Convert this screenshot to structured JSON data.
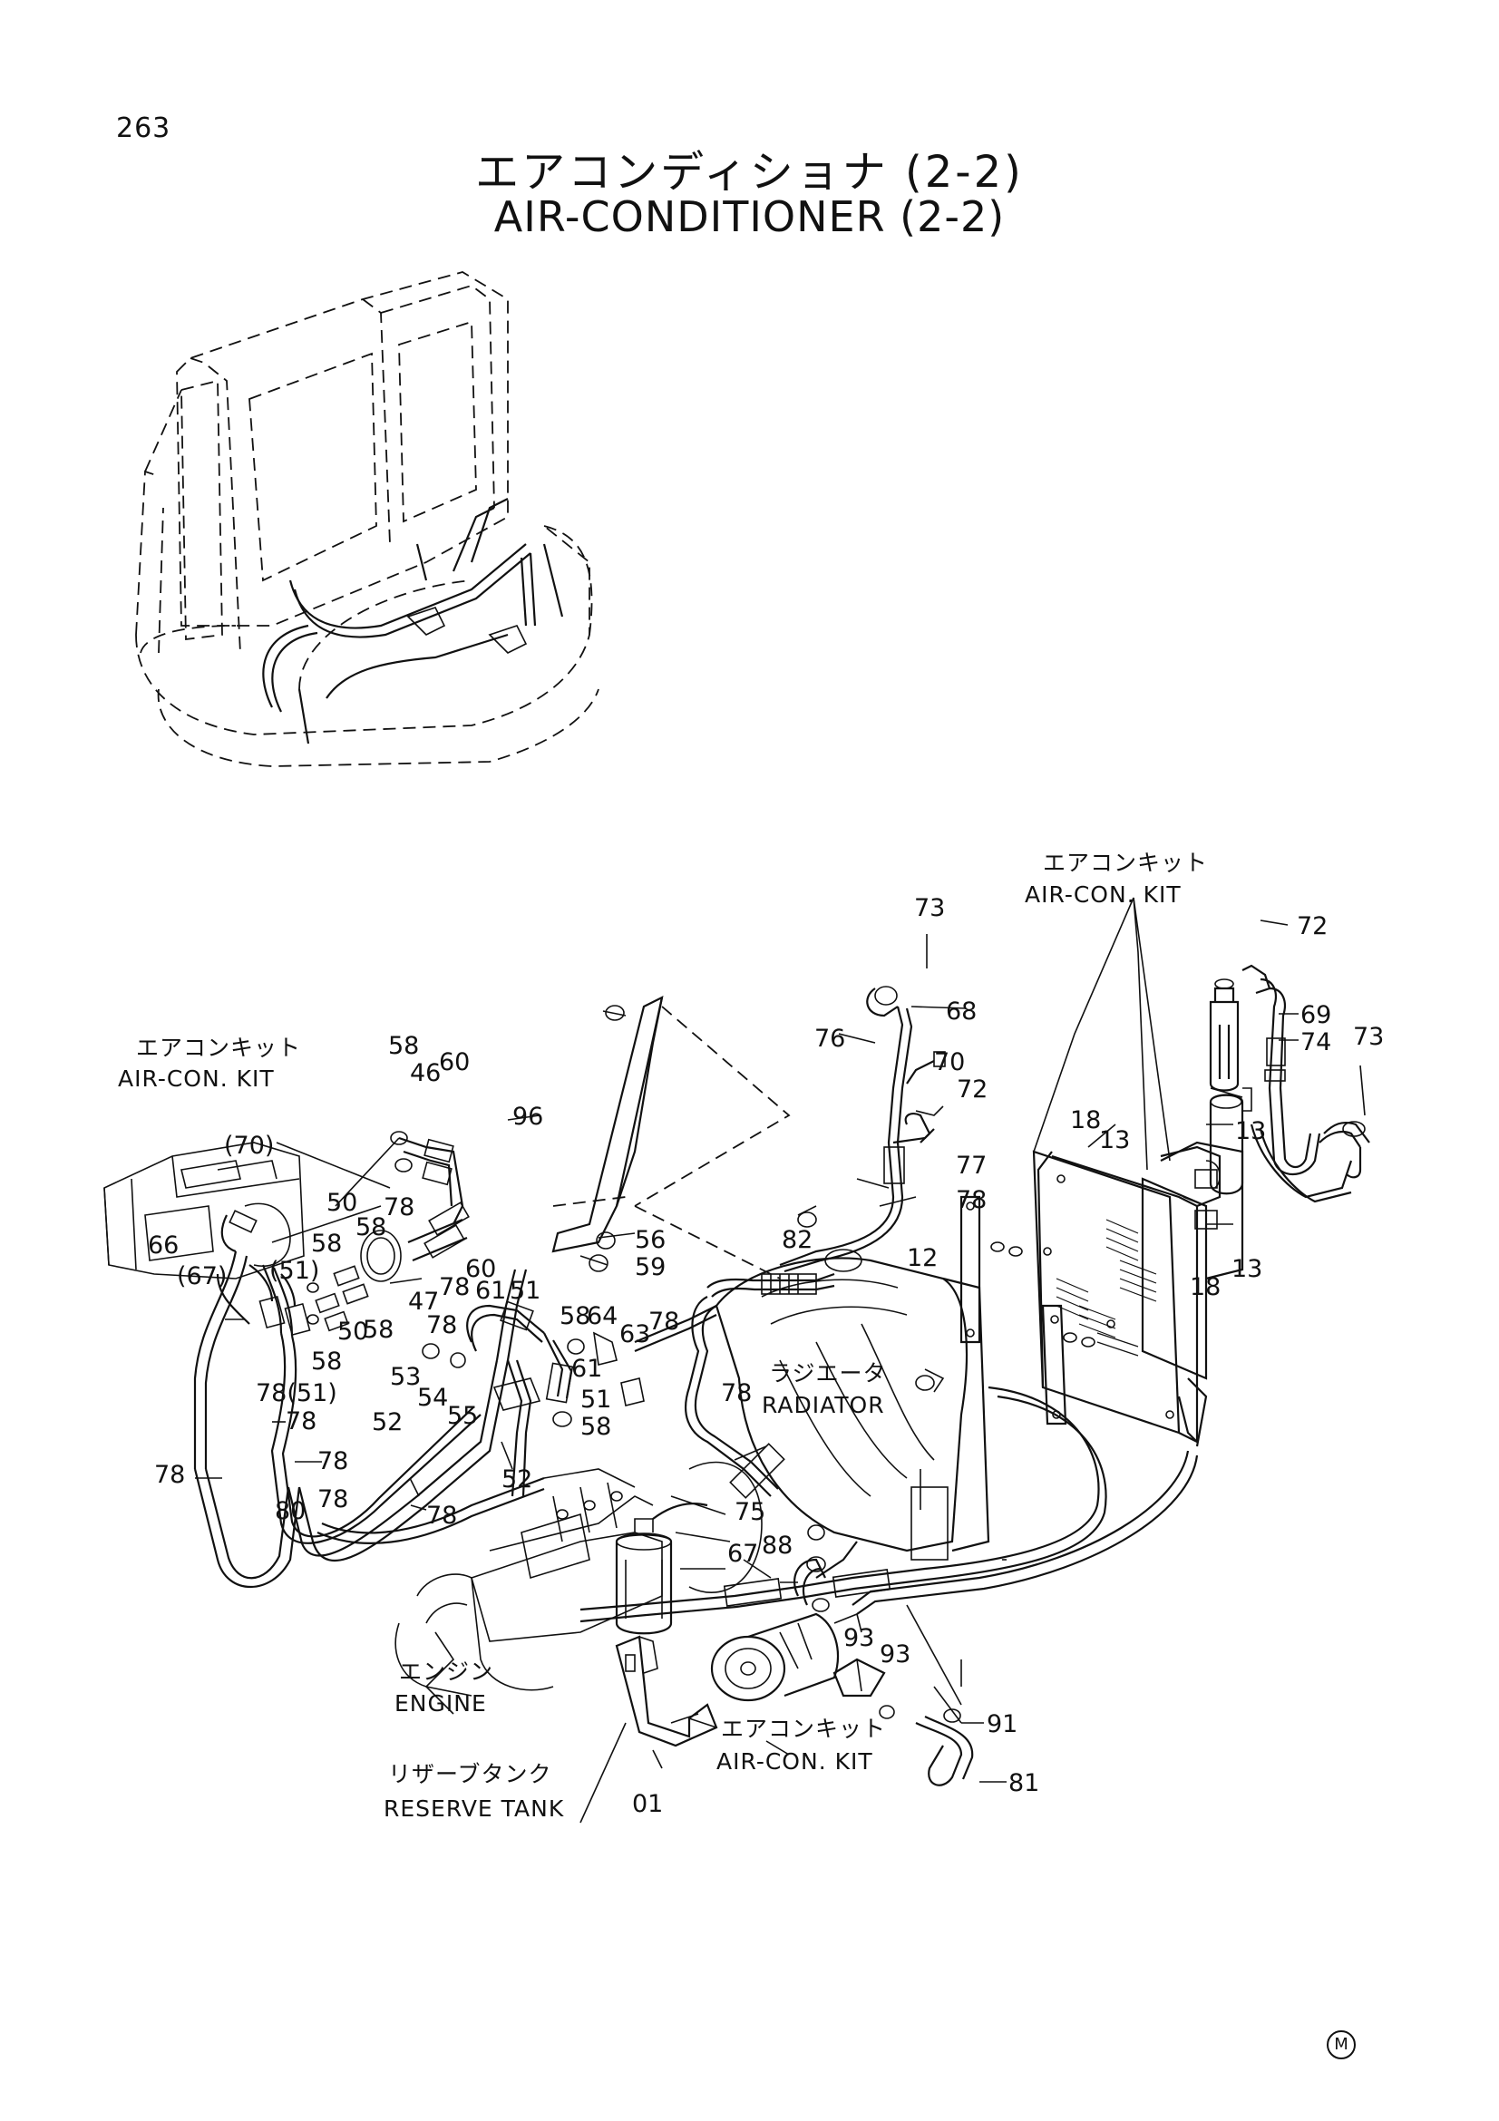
{
  "page_number": "263",
  "title_jp": "エアコンディショナ (2-2)",
  "title_en": "AIR-CONDITIONER (2-2)",
  "notes": {
    "kit_top_jp": "エアコンキット",
    "kit_top_en": "AIR-CON. KIT",
    "kit_left_jp": "エアコンキット",
    "kit_left_en": "AIR-CON. KIT",
    "kit_bottom_jp": "エアコンキット",
    "kit_bottom_en": "AIR-CON. KIT",
    "radiator_jp": "ラジエータ",
    "radiator_en": "RADIATOR",
    "engine_jp": "エンジン",
    "engine_en": "ENGINE",
    "tank_jp": "リザーブタンク",
    "tank_en": "RESERVE TANK"
  },
  "part_labels": [
    "73",
    "72",
    "68",
    "69",
    "74",
    "73",
    "76",
    "70",
    "72",
    "77",
    "78",
    "13",
    "18",
    "13",
    "18",
    "13",
    "96",
    "56",
    "59",
    "82",
    "12",
    "78",
    "78",
    "58",
    "46",
    "60",
    "50",
    "78",
    "58",
    "60",
    "47",
    "78",
    "61",
    "51",
    "58",
    "64",
    "63",
    "61",
    "51",
    "58",
    "53",
    "54",
    "55",
    "78",
    "52",
    "52",
    "58",
    "58",
    "50",
    "58",
    "66",
    "(67)",
    "(70)",
    "(51)",
    "78(51)",
    "78",
    "78",
    "78",
    "78",
    "78",
    "80",
    "75",
    "67",
    "88",
    "93",
    "93",
    "91",
    "81",
    "01"
  ],
  "footer_mark": "M"
}
